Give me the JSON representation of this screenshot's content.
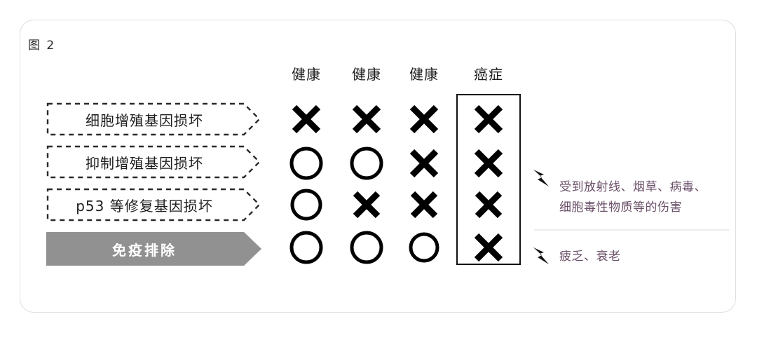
{
  "figure": {
    "label": "图 2",
    "card_border_color": "#dedfe1"
  },
  "columns": [
    {
      "id": "col-1",
      "label": "健康"
    },
    {
      "id": "col-2",
      "label": "健康"
    },
    {
      "id": "col-3",
      "label": "健康"
    },
    {
      "id": "col-4",
      "label": "癌症"
    }
  ],
  "rows": [
    {
      "id": "row-1",
      "label": "细胞增殖基因损坏",
      "style": "dashed"
    },
    {
      "id": "row-2",
      "label": "抑制增殖基因损坏",
      "style": "dashed"
    },
    {
      "id": "row-3",
      "label": "p53 等修复基因损坏",
      "style": "dashed"
    },
    {
      "id": "row-4",
      "label": "免疫排除",
      "style": "solid"
    }
  ],
  "matrix": [
    [
      "cross",
      "cross",
      "cross",
      "cross"
    ],
    [
      "circle",
      "circle",
      "cross",
      "cross"
    ],
    [
      "circle",
      "cross",
      "cross",
      "cross"
    ],
    [
      "circle",
      "circle",
      "circle",
      "cross"
    ]
  ],
  "highlight": {
    "column_index": 3,
    "label": "癌症",
    "border_color": "#111111"
  },
  "annotations": [
    {
      "id": "note-damage",
      "icon": "lightning-bolt-icon",
      "text": "受到放射线、烟草、病毒、\n细胞毒性物质等的伤害"
    },
    {
      "id": "note-fatigue",
      "icon": "lightning-bolt-icon",
      "text": "疲乏、衰老"
    }
  ],
  "colors": {
    "immune_arrow_fill": "#919191",
    "symbol": "#000000",
    "annotation_text": "#6a4f68",
    "divider": "#ececee",
    "dashed_stroke": "#2a2a2a"
  }
}
